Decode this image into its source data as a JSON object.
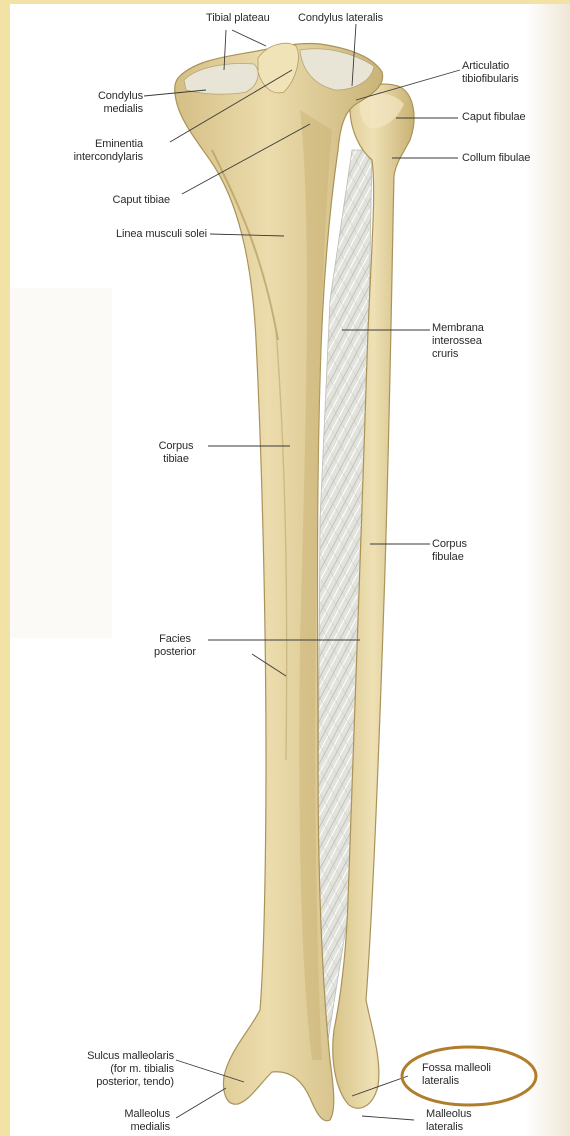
{
  "labels": {
    "tibial_plateau": "Tibial plateau",
    "condylus_lateralis": "Condylus lateralis",
    "condylus_medialis": [
      "Condylus",
      "medialis"
    ],
    "eminentia_intercondylaris": [
      "Eminentia",
      "intercondylaris"
    ],
    "caput_tibiae": "Caput tibiae",
    "linea_musculi_solei": "Linea musculi solei",
    "articulatio_tibiofibularis": [
      "Articulatio",
      "tibiofibularis"
    ],
    "caput_fibulae": "Caput fibulae",
    "collum_fibulae": "Collum fibulae",
    "membrana_interossea_cruris": [
      "Membrana",
      "interossea",
      "cruris"
    ],
    "corpus_tibiae": [
      "Corpus",
      "tibiae"
    ],
    "corpus_fibulae": [
      "Corpus",
      "fibulae"
    ],
    "facies_posterior": [
      "Facies",
      "posterior"
    ],
    "sulcus_malleolaris": [
      "Sulcus malleolaris",
      "(for m. tibialis",
      "posterior, tendo)"
    ],
    "malleolus_medialis": [
      "Malleolus",
      "medialis"
    ],
    "fossa_malleoli_lateralis": [
      "Fossa malleoli",
      "lateralis"
    ],
    "malleolus_lateralis": [
      "Malleolus",
      "lateralis"
    ]
  },
  "colors": {
    "bone": "#e3d29b",
    "bone_shadow": "#c4ad6d",
    "membrane": "#dcdcd6",
    "leader": "#3a3a3a",
    "highlight_circle": "#b07d2c",
    "frame": "#f3e2a6"
  }
}
